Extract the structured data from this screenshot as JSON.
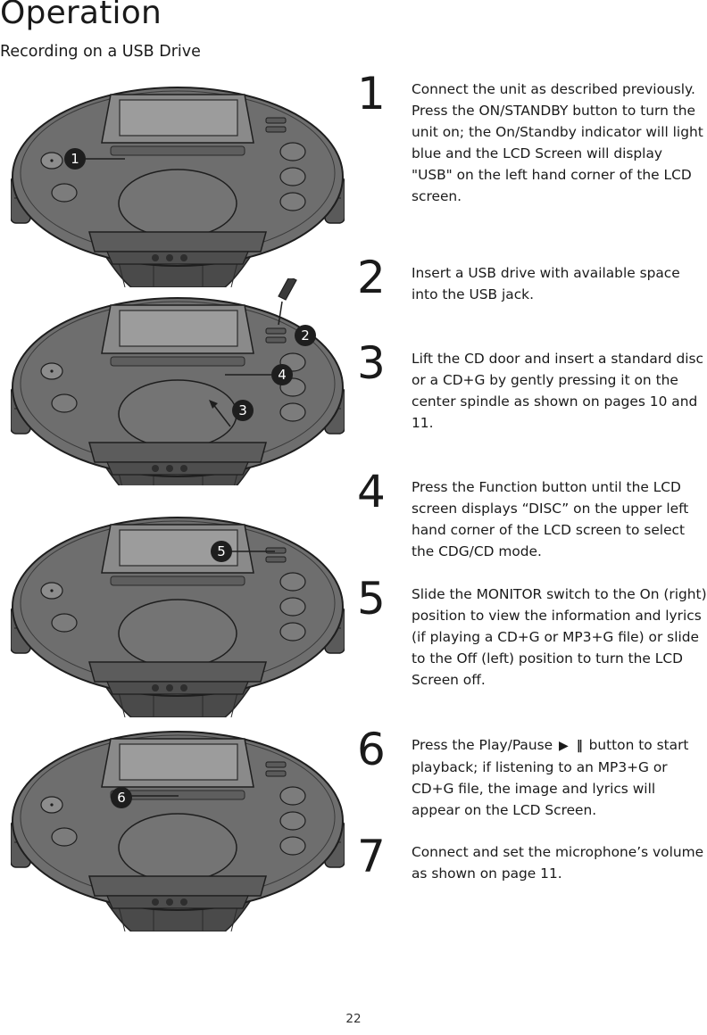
{
  "page": {
    "title": "Operation",
    "subtitle": "Recording on a USB Drive",
    "page_number": "22"
  },
  "illustrations": [
    {
      "callouts": [
        "1"
      ]
    },
    {
      "callouts": [
        "2",
        "4",
        "3"
      ]
    },
    {
      "callouts": [
        "5"
      ]
    },
    {
      "callouts": [
        "6"
      ]
    }
  ],
  "steps": [
    {
      "number": "1",
      "text": "Connect the unit as described previously. Press the ON/STANDBY button to turn the unit on; the On/Standby indicator will light blue and the LCD Screen will display \"USB\" on the left hand corner of the LCD screen."
    },
    {
      "number": "2",
      "text": "Insert a USB drive with available space into the USB jack."
    },
    {
      "number": "3",
      "text": "Lift the CD door and insert a standard disc or a CD+G by gently pressing it on the center spindle as shown on pages 10 and 11."
    },
    {
      "number": "4",
      "text": "Press the Function button until the LCD screen displays “DISC” on the upper left hand corner of the LCD screen to select the CDG/CD mode."
    },
    {
      "number": "5",
      "text": "Slide the MONITOR switch to the On (right) position to view the information and lyrics (if playing a CD+G or MP3+G file) or slide to the Off (left) position to turn the LCD Screen off."
    },
    {
      "number": "6",
      "text_before": "Press the Play/Pause",
      "play_glyph": "▶",
      "pause_glyph": "‖",
      "text_after": "button to start playback; if listening to an MP3+G or CD+G file, the image and lyrics will appear on the LCD Screen."
    },
    {
      "number": "7",
      "text": "Connect and set the microphone’s volume as shown on page 11."
    }
  ]
}
